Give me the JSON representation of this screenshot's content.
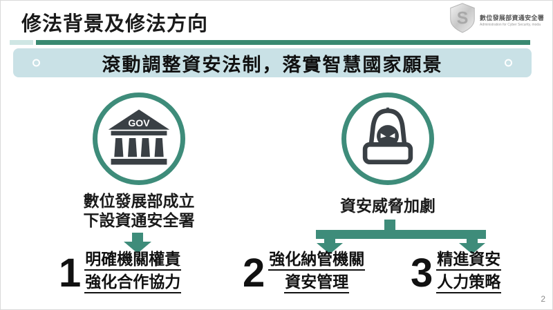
{
  "slide": {
    "title": "修法背景及修法方向",
    "page_number": "2"
  },
  "logo": {
    "letter": "S",
    "org_name": "數位發展部資通安全署",
    "org_subtitle": "Administration for Cyber Security, moda"
  },
  "banner": {
    "text": "滾動調整資安法制，落實智慧國家願景"
  },
  "left_flow": {
    "icon": "government-building-icon",
    "icon_label": "GOV",
    "caption_line1": "數位發展部成立",
    "caption_line2": "下設資通安全署"
  },
  "right_flow": {
    "icon": "threat-alarm-icon",
    "caption": "資安威脅加劇"
  },
  "items": [
    {
      "number": "1",
      "line1": "明確機關權責",
      "line2": "強化合作協力"
    },
    {
      "number": "2",
      "line1": "強化納管機關",
      "line2": "資安管理"
    },
    {
      "number": "3",
      "line1": "精進資安",
      "line2": "人力策略"
    }
  ],
  "colors": {
    "teal": "#3E8C7A",
    "divider_dark": "#398971",
    "divider_light": "#CFE6E4",
    "banner_bg": "#C9E1E6",
    "icon_dark": "#3A4045",
    "text": "#111111",
    "page_number_gray": "#8A8A8A"
  }
}
